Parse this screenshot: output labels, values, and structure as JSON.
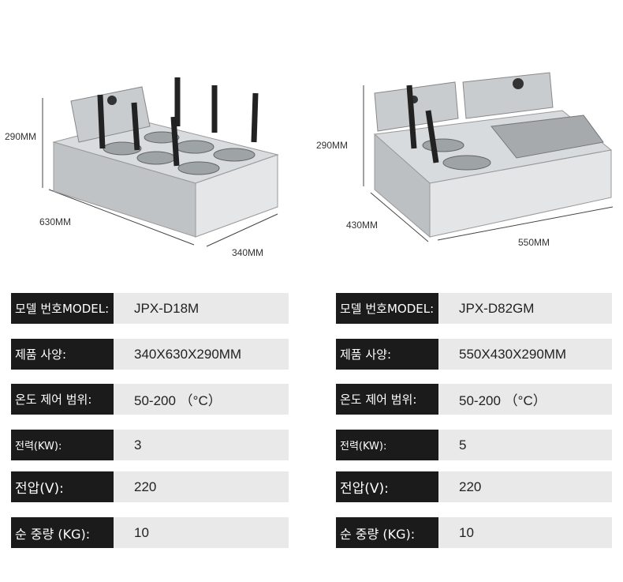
{
  "product_left": {
    "dimensions": {
      "height": "290MM",
      "length": "630MM",
      "width": "340MM"
    },
    "specs": [
      {
        "label": "모델 번호MODEL:",
        "value": "JPX-D18M"
      },
      {
        "label": "제품 사양:",
        "value": "340X630X290MM"
      },
      {
        "label": "온도 제어 범위:",
        "value": "50-200 （°C）"
      },
      {
        "label": "전력(KW):",
        "value": "3"
      },
      {
        "label": "전압(V):",
        "value": "220"
      },
      {
        "label": "순 중량 (KG):",
        "value": "10"
      }
    ]
  },
  "product_right": {
    "dimensions": {
      "height": "290MM",
      "length": "550MM",
      "width": "430MM"
    },
    "specs": [
      {
        "label": "모델 번호MODEL:",
        "value": "JPX-D82GM"
      },
      {
        "label": "제품 사양:",
        "value": "550X430X290MM"
      },
      {
        "label": "온도 제어 범위:",
        "value": "50-200 （°C）"
      },
      {
        "label": "전력(KW):",
        "value": "5"
      },
      {
        "label": "전압(V):",
        "value": "220"
      },
      {
        "label": "순 중량 (KG):",
        "value": "10"
      }
    ]
  },
  "colors": {
    "label_bg": "#1b1b1b",
    "row_bg": "#e9e9e9",
    "steel": "#cfd2d4"
  }
}
